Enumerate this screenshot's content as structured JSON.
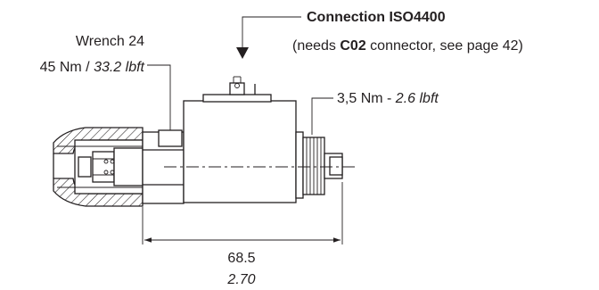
{
  "connection": {
    "title": "Connection ISO4400",
    "note_prefix": "(needs ",
    "note_bold": "C02",
    "note_suffix": " connector, see page 42)"
  },
  "wrench": {
    "label": "Wrench 24",
    "torque_metric": "45 Nm / ",
    "torque_imperial": "33.2 lbft"
  },
  "knob_torque": {
    "metric": "3,5 Nm - ",
    "imperial": "2.6 lbft"
  },
  "dimension": {
    "metric": "68.5",
    "imperial": "2.70"
  }
}
